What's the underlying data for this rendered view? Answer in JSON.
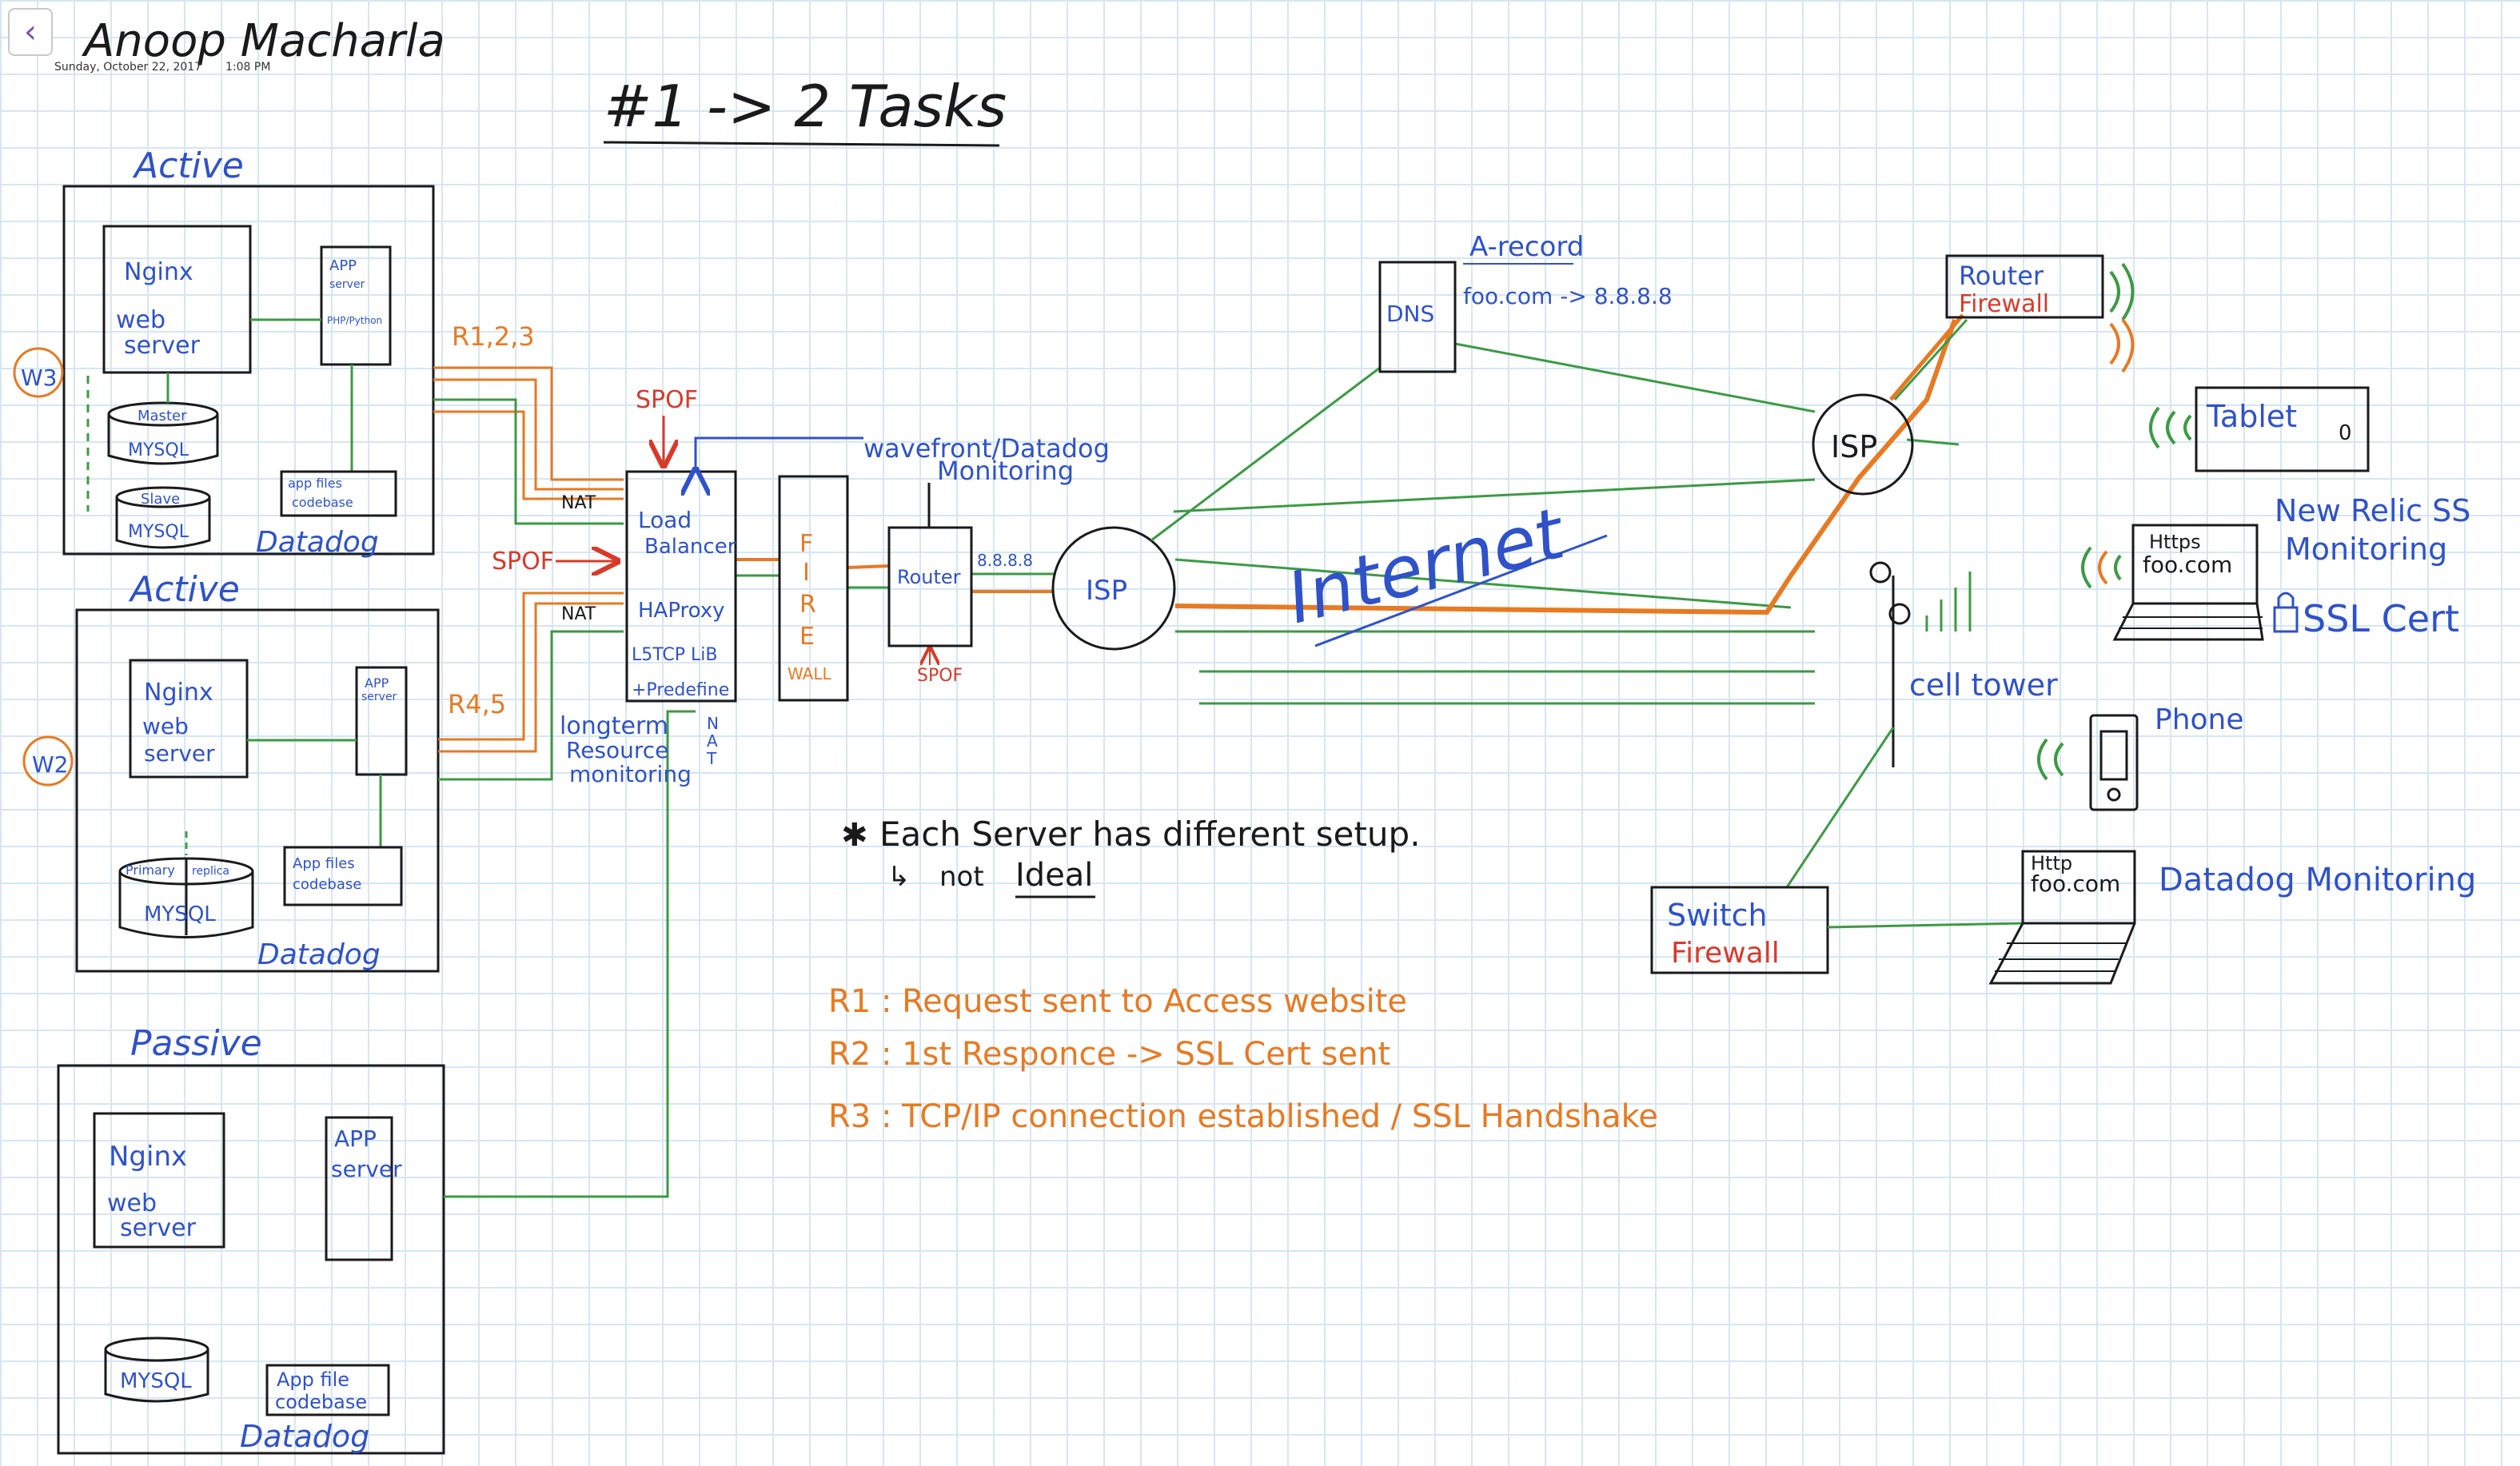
{
  "colors": {
    "ink_black": "#1a1a1a",
    "ink_blue": "#2f52c9",
    "ink_orange": "#e77a22",
    "ink_red": "#d83a2a",
    "ink_green": "#3c9a44",
    "grid": "#d6e6f3",
    "back_button": "#7b4fb8"
  },
  "header": {
    "back_icon": "chevron-left-icon",
    "author": "Anoop Macharla",
    "date": "Sunday, October 22, 2017",
    "time": "1:08 PM",
    "title": "#1 -> 2 Tasks"
  },
  "servers": {
    "top": {
      "state": "Active",
      "side_label": "W3",
      "nginx": [
        "Nginx",
        "web",
        "server"
      ],
      "app": [
        "APP",
        "server",
        "PHP/Python"
      ],
      "db_master": [
        "Master",
        "MYSQL"
      ],
      "db_slave": [
        "Slave",
        "MYSQL"
      ],
      "files": [
        "app files",
        "codebase"
      ],
      "monitor": "Datadog"
    },
    "middle": {
      "state": "Active",
      "side_label": "W2",
      "nginx": [
        "Nginx",
        "web",
        "server"
      ],
      "app": [
        "APP",
        "server"
      ],
      "db": [
        "Primary",
        "replica",
        "MYSQL"
      ],
      "files": [
        "App files",
        "codebase"
      ],
      "monitor": "Datadog"
    },
    "bottom": {
      "state": "Passive",
      "nginx": [
        "Nginx",
        "web",
        "server"
      ],
      "app": [
        "APP",
        "server"
      ],
      "db": "MYSQL",
      "files": [
        "App file",
        "codebase"
      ],
      "monitor": "Datadog"
    }
  },
  "requests": {
    "top": "R1,2,3",
    "middle": "R4,5"
  },
  "nat": {
    "label_1": "NAT",
    "label_2": "NAT",
    "vertical": [
      "N",
      "A",
      "T"
    ]
  },
  "spof": {
    "top": "SPOF",
    "left": "SPOF",
    "router": "SPOF"
  },
  "load_balancer": [
    "Load",
    "Balancer",
    "HAProxy",
    "L5TCP LiB",
    "+Predefine"
  ],
  "longterm": [
    "longterm",
    "Resource",
    "monitoring"
  ],
  "wavefront": [
    "wavefront/Datadog",
    "Monitoring"
  ],
  "firewall_letters": [
    "F",
    "I",
    "R",
    "E"
  ],
  "firewall_wall": "WALL",
  "router": "Router",
  "router_ip": "8.8.8.8",
  "isp_left": "ISP",
  "isp_right": "ISP",
  "internet": "Internet",
  "dns": {
    "box": "DNS",
    "record_title": "A-record",
    "record_value": "foo.com -> 8.8.8.8"
  },
  "router_firewall": [
    "Router",
    "Firewall"
  ],
  "tablet": {
    "label": "Tablet",
    "glyph": "0"
  },
  "laptop_top": {
    "screen": [
      "Https",
      "foo.com"
    ],
    "label": [
      "New Relic SS",
      "Monitoring"
    ],
    "ssl": "SSL Cert",
    "lock_icon": "lock-icon"
  },
  "cell_tower": "cell tower",
  "phone": "Phone",
  "switch_firewall": [
    "Switch",
    "Firewall"
  ],
  "laptop_bottom": {
    "screen": [
      "Http",
      "foo.com"
    ],
    "label": "Datadog Monitoring"
  },
  "note": {
    "line1": "Each Server has different setup.",
    "line2_prefix": "not",
    "line2_word": "Ideal"
  },
  "legend": [
    "R1 : Request sent to Access website",
    "R2 : 1st Responce -> SSL Cert sent",
    "R3 : TCP/IP connection established / SSL Handshake"
  ]
}
